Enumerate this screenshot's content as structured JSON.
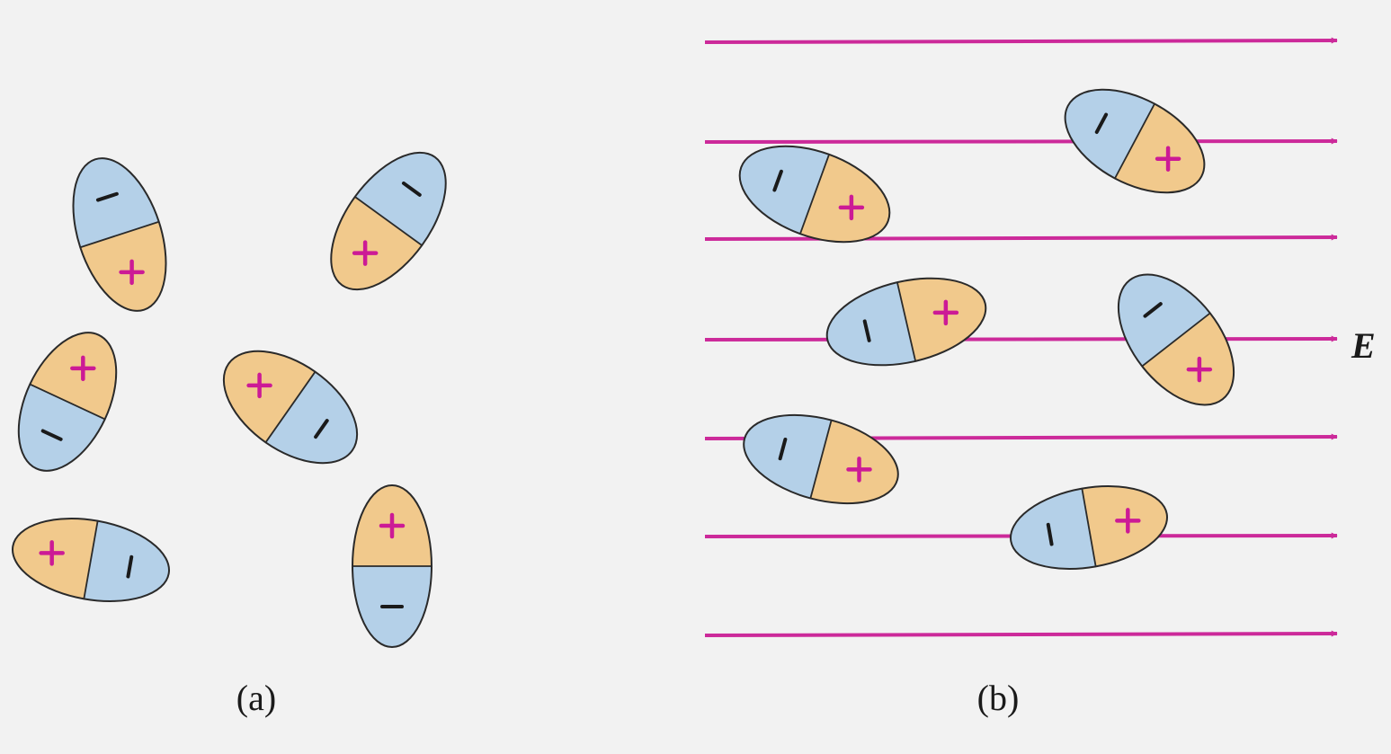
{
  "panels": {
    "a": {
      "label": "(a)"
    },
    "b": {
      "label": "(b)",
      "field_label": "E"
    }
  },
  "colors": {
    "background": "#f2f2f2",
    "negative_fill": "#b4d0e8",
    "positive_fill": "#f1c98c",
    "outline": "#2a2a2a",
    "plus_sign": "#cc1a96",
    "minus_sign": "#1a1a1a",
    "field_line": "#cc2a9a"
  },
  "symbols": {
    "positive": "+",
    "negative": "−"
  }
}
